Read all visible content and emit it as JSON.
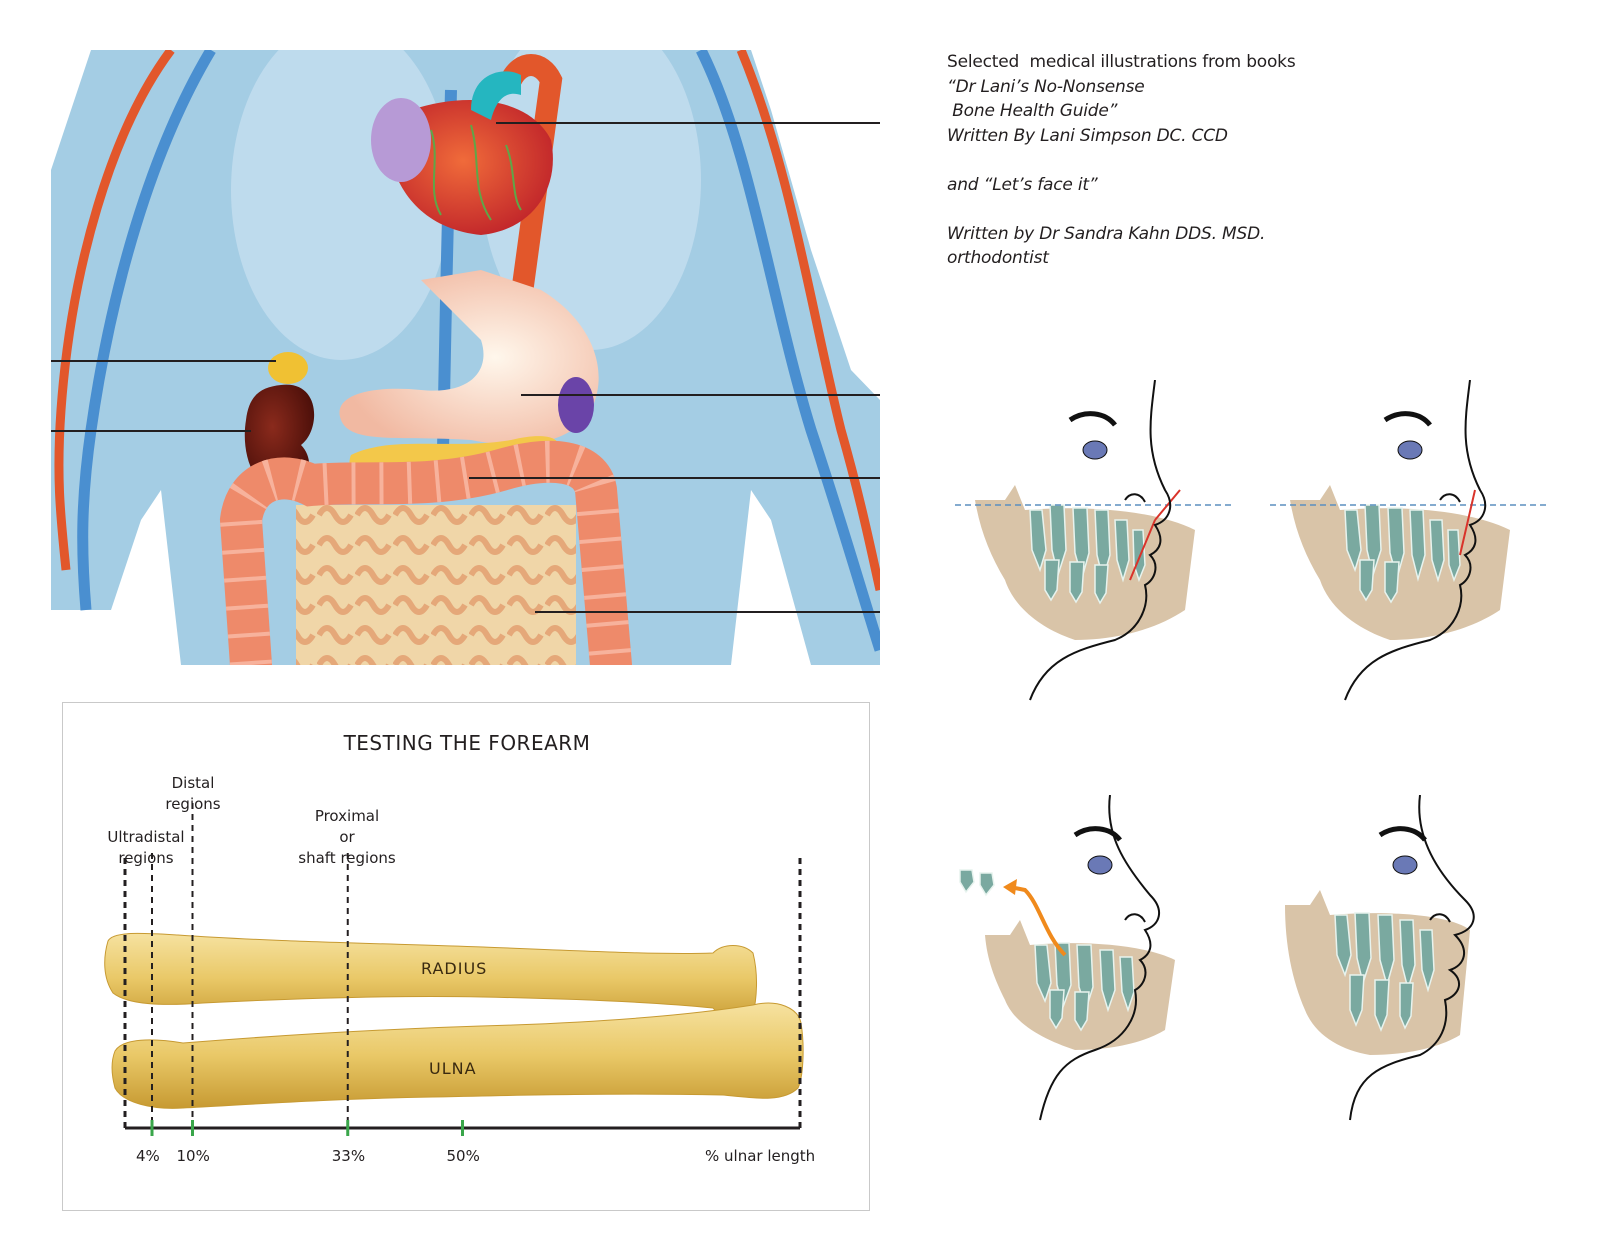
{
  "caption": {
    "lines": [
      {
        "text": "Selected  medical illustrations from books",
        "italic": false
      },
      {
        "text": "“Dr Lani’s No-Nonsense",
        "italic": true
      },
      {
        "text": " Bone Health Guide”",
        "italic": true
      },
      {
        "text": "Written By Lani Simpson DC. CCD",
        "italic": true
      },
      {
        "text": "",
        "italic": false
      },
      {
        "text": "and “Let’s face it”",
        "italic": true
      },
      {
        "text": "",
        "italic": false
      },
      {
        "text": "Written by Dr Sandra Kahn DDS. MSD.",
        "italic": true
      },
      {
        "text": "orthodontist",
        "italic": true
      }
    ]
  },
  "forearm": {
    "title": "TESTING THE FOREARM",
    "region_labels": {
      "ultradistal": "Ultradistal\nregions",
      "distal": "Distal\nregions",
      "proximal": "Proximal\nor\nshaft regions"
    },
    "bones": {
      "radius": "RADIUS",
      "ulna": "ULNA"
    },
    "ticks": [
      "4%",
      "10%",
      "33%",
      "50%"
    ],
    "axis_label": "% ulnar length",
    "colors": {
      "bone": "#e9c867",
      "bone_shadow": "#c79a32",
      "tick": "#3aa64a"
    }
  },
  "anatomy": {
    "colors": {
      "body": "#9fcbe3",
      "vein": "#4a8fd0",
      "artery": "#e2572b",
      "heart": "#d9352a",
      "stomach": "#f7d9c2",
      "kidney": "#6a1a12",
      "adrenal": "#f0c133",
      "intestine": "#ee8a6a",
      "spleen": "#6a44a8"
    }
  },
  "jaws": {
    "colors": {
      "bone": "#d9c4a8",
      "teeth": "#7aa9a0",
      "guide_line": "#5b8fbf",
      "profile_line": "#d9332a",
      "arrow": "#f08a1c"
    }
  }
}
